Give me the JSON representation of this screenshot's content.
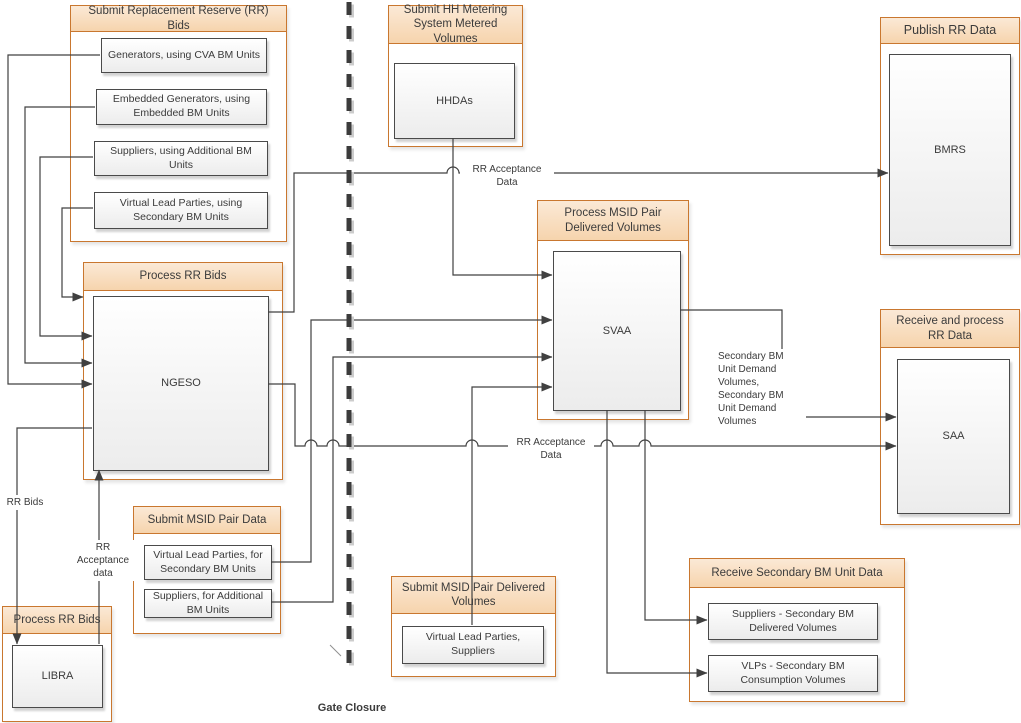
{
  "containers": {
    "submit_rr_bids": {
      "title": "Submit Replacement Reserve (RR) Bids",
      "boxes": [
        "Generators, using CVA BM Units",
        "Embedded Generators, using Embedded BM Units",
        "Suppliers, using Additional BM Units",
        "Virtual Lead Parties, using Secondary BM Units"
      ]
    },
    "process_rr_bids": {
      "title": "Process RR Bids",
      "boxes": [
        "NGESO"
      ]
    },
    "submit_hh_metering": {
      "title": "Submit HH Metering System Metered Volumes",
      "boxes": [
        "HHDAs"
      ]
    },
    "process_msid_pair": {
      "title": "Process MSID Pair Delivered Volumes",
      "boxes": [
        "SVAA"
      ]
    },
    "publish_rr_data": {
      "title": "Publish RR Data",
      "boxes": [
        "BMRS"
      ]
    },
    "receive_process_rr_data": {
      "title": "Receive and process  RR Data",
      "boxes": [
        "SAA"
      ]
    },
    "submit_msid_pair_data": {
      "title": "Submit MSID Pair Data",
      "boxes": [
        "Virtual Lead Parties, for Secondary BM Units",
        "Suppliers, for Additional BM Units"
      ]
    },
    "process_rr_bids_libra": {
      "title": "Process RR Bids",
      "boxes": [
        "LIBRA"
      ]
    },
    "submit_msid_delivered": {
      "title": "Submit MSID Pair Delivered Volumes",
      "boxes": [
        "Virtual Lead Parties, Suppliers"
      ]
    },
    "receive_secondary_bm": {
      "title": "Receive Secondary BM Unit Data",
      "boxes": [
        "Suppliers - Secondary BM Delivered Volumes",
        "VLPs - Secondary BM Consumption Volumes"
      ]
    }
  },
  "connector_labels": {
    "rr_acceptance_data_top": "RR Acceptance Data",
    "rr_acceptance_data_mid": "RR Acceptance Data",
    "secondary_bm_unit": "Secondary BM Unit Demand Volumes, Secondary BM Unit Demand Volumes",
    "rr_bids": "RR Bids",
    "rr_acceptance_data_small": "RR Acceptance data",
    "gate_closure": "Gate Closure"
  },
  "colors": {
    "container_border": "#C9772F",
    "container_header_fill": "#F8DCBE",
    "shape_border": "#4A4A4A",
    "shape_fill_top": "#FFFFFF",
    "shape_fill_bottom": "#ECECEC",
    "connector": "#404040",
    "text": "#3B3B3B"
  }
}
